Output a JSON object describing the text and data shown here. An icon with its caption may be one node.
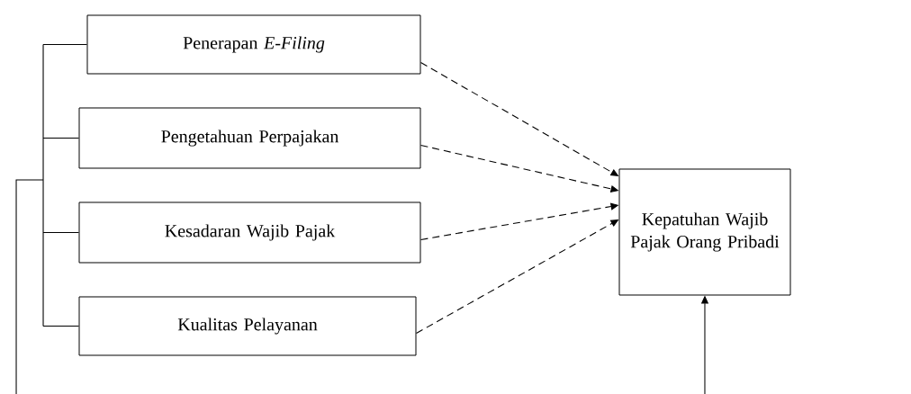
{
  "diagram": {
    "nodes": [
      {
        "text": [
          "Penerapan *E-Filing*"
        ]
      },
      {
        "text": [
          "Pengetahuan Perpajakan"
        ]
      },
      {
        "text": [
          "Kesadaran Wajib Pajak"
        ]
      },
      {
        "text": [
          "Kualitas Pelayanan"
        ]
      },
      {
        "text": [
          "Kepatuhan Wajib Pajak Orang Pribadi"
        ]
      }
    ],
    "edges": [
      {
        "from": 0,
        "to": 4,
        "arrow": "to",
        "style": "dashed"
      },
      {
        "from": 1,
        "to": 4,
        "arrow": "to",
        "style": "dashed"
      },
      {
        "from": 2,
        "to": 4,
        "arrow": "to",
        "style": "dashed"
      },
      {
        "from": 3,
        "to": 4,
        "arrow": "to",
        "style": "dashed"
      },
      {
        "from": 0,
        "to": 4,
        "arrow": "to"
      },
      {
        "from": 1,
        "to": 4,
        "arrow": "to"
      },
      {
        "from": 2,
        "to": 4,
        "arrow": "to"
      },
      {
        "from": 3,
        "to": 4,
        "arrow": "to"
      }
    ]
  }
}
